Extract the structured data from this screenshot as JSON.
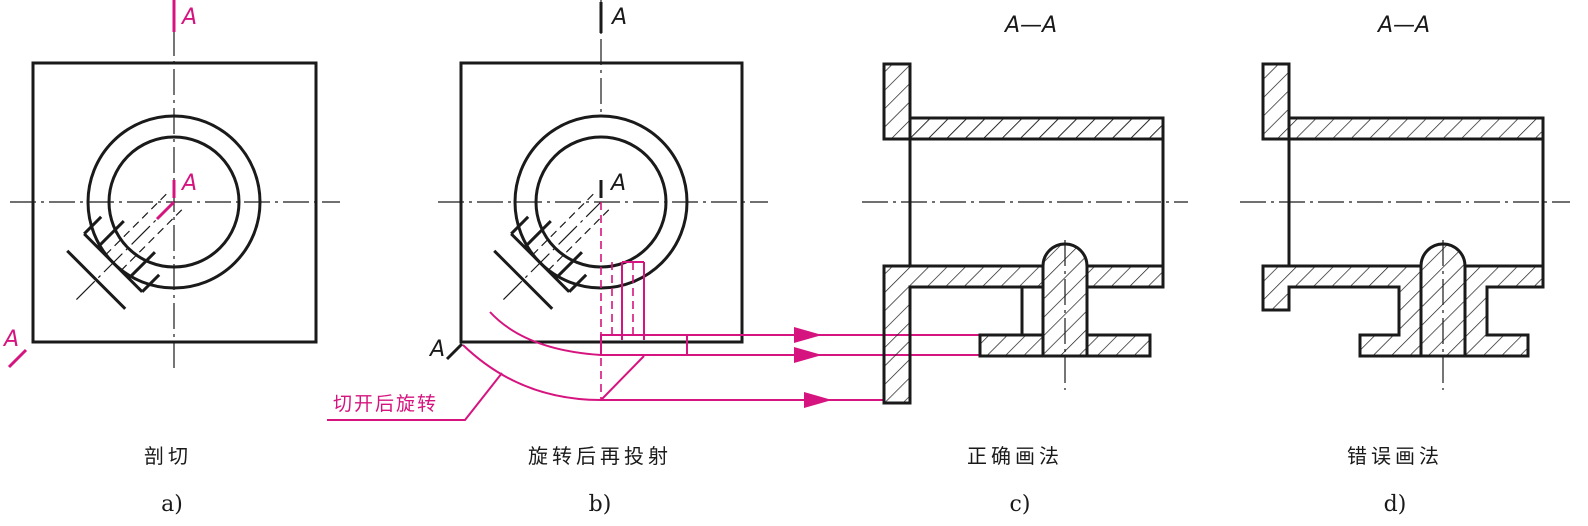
{
  "labels": {
    "section_letter": "A",
    "section_title": "A—A",
    "rotate_note": "切开后旋转"
  },
  "panels": [
    {
      "caption": "剖切",
      "sub": "a)"
    },
    {
      "caption": "旋转后再投射",
      "sub": "b)"
    },
    {
      "caption": "正确画法",
      "sub": "c)"
    },
    {
      "caption": "错误画法",
      "sub": "d)"
    }
  ],
  "colors": {
    "line": "#1a1a1a",
    "accent": "#d6147f"
  }
}
